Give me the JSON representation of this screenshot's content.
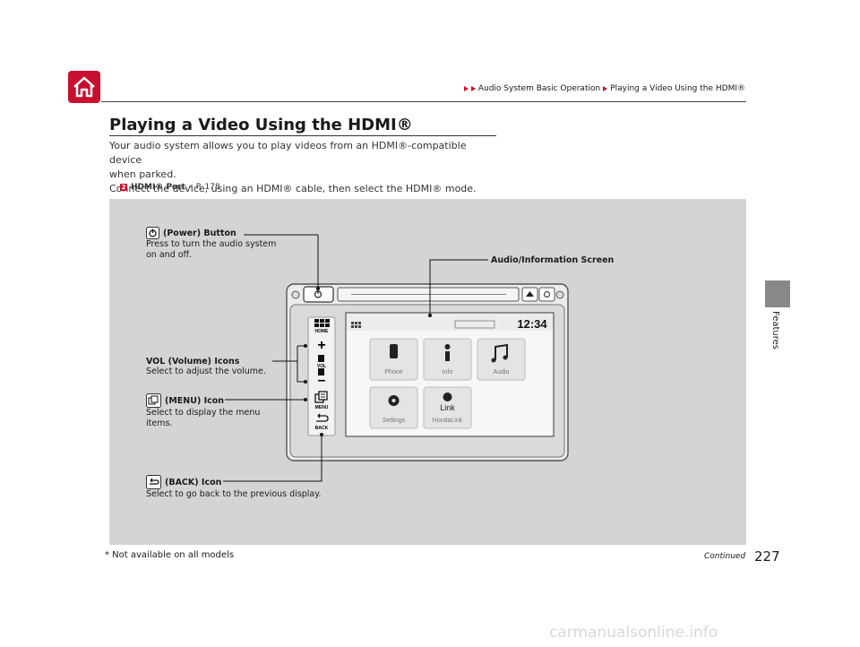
{
  "header": {
    "breadcrumb": [
      "Audio System Basic Operation",
      "Playing a Video Using the HDMI®"
    ]
  },
  "side_tab": {
    "label": "Features"
  },
  "title": "Playing a Video Using the HDMI®",
  "body": [
    "Your audio system allows you to play videos from an HDMI®-compatible device",
    "when parked.",
    "Connect the device, using an HDMI® cable, then select the HDMI® mode."
  ],
  "reference": {
    "label": "HDMI® Port",
    "asterisk": "*",
    "page": "P. 178"
  },
  "figure": {
    "callouts": {
      "power": {
        "title": "(Power) Button",
        "desc": "Press to turn the audio system on and off."
      },
      "screen": {
        "title": "Audio/Information Screen"
      },
      "volume": {
        "title": "VOL (Volume) Icons",
        "desc": "Select to adjust the volume."
      },
      "menu": {
        "title": "(MENU) Icon",
        "desc": "Select to display the menu items."
      },
      "back": {
        "title": "(BACK) Icon",
        "desc": "Select to go back to the previous display."
      }
    },
    "screen": {
      "clock": "12:34",
      "side_icons": {
        "home": "HOME",
        "vol": "VOL",
        "menu": "MENU",
        "back": "BACK"
      },
      "apps": [
        "Phone",
        "Info",
        "Audio",
        "Settings",
        "HondaLink"
      ],
      "link_word": "Link"
    }
  },
  "footer": {
    "note": "* Not available on all models",
    "continued": "Continued",
    "page_number": "227"
  },
  "watermark": "carmanualsonline.info",
  "colors": {
    "accent": "#c8102e",
    "figure_bg": "#d4d4d4"
  }
}
